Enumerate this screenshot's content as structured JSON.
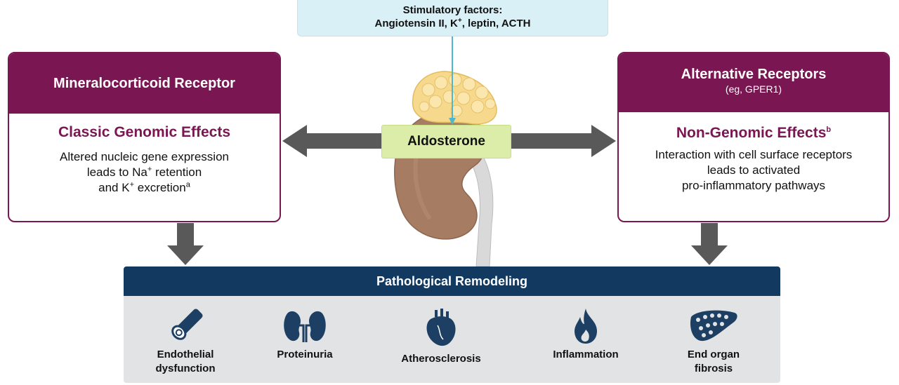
{
  "stimulus": {
    "line1": "Stimulatory factors:",
    "line2_a": "Angiotensin II, K",
    "line2_sup": "+",
    "line2_b": ", leptin, ACTH"
  },
  "center": {
    "label": "Aldosterone"
  },
  "left_card": {
    "header": "Mineralocorticoid Receptor",
    "subtitle": "Classic Genomic Effects",
    "line1": "Altered nucleic gene expression",
    "line2_a": "leads to Na",
    "line2_sup": "+",
    "line2_b": " retention",
    "line3_a": "and K",
    "line3_sup": "+",
    "line3_b": " excretion",
    "line3_footnote": "a"
  },
  "right_card": {
    "header": "Alternative Receptors",
    "header_note": "(eg, GPER1)",
    "subtitle": "Non-Genomic Effects",
    "subtitle_footnote": "b",
    "line1": "Interaction with cell surface receptors",
    "line2": "leads to activated",
    "line3": "pro-inflammatory pathways"
  },
  "panel": {
    "title": "Pathological Remodeling",
    "items": [
      {
        "line1": "Endothelial",
        "line2": "dysfunction",
        "icon": "blood-vessel-icon"
      },
      {
        "line1": "Proteinuria",
        "line2": "",
        "icon": "kidneys-icon"
      },
      {
        "line1": "Atherosclerosis",
        "line2": "",
        "icon": "heart-icon"
      },
      {
        "line1": "Inflammation",
        "line2": "",
        "icon": "flame-icon"
      },
      {
        "line1": "End organ",
        "line2": "fibrosis",
        "icon": "liver-icon"
      }
    ]
  },
  "colors": {
    "maroon": "#7a1652",
    "navy": "#123a60",
    "stimulus_bg": "#d9f0f7",
    "aldosterone_bg": "#dcedaa",
    "arrow_gray": "#555555",
    "panel_bg": "#e2e3e4"
  }
}
